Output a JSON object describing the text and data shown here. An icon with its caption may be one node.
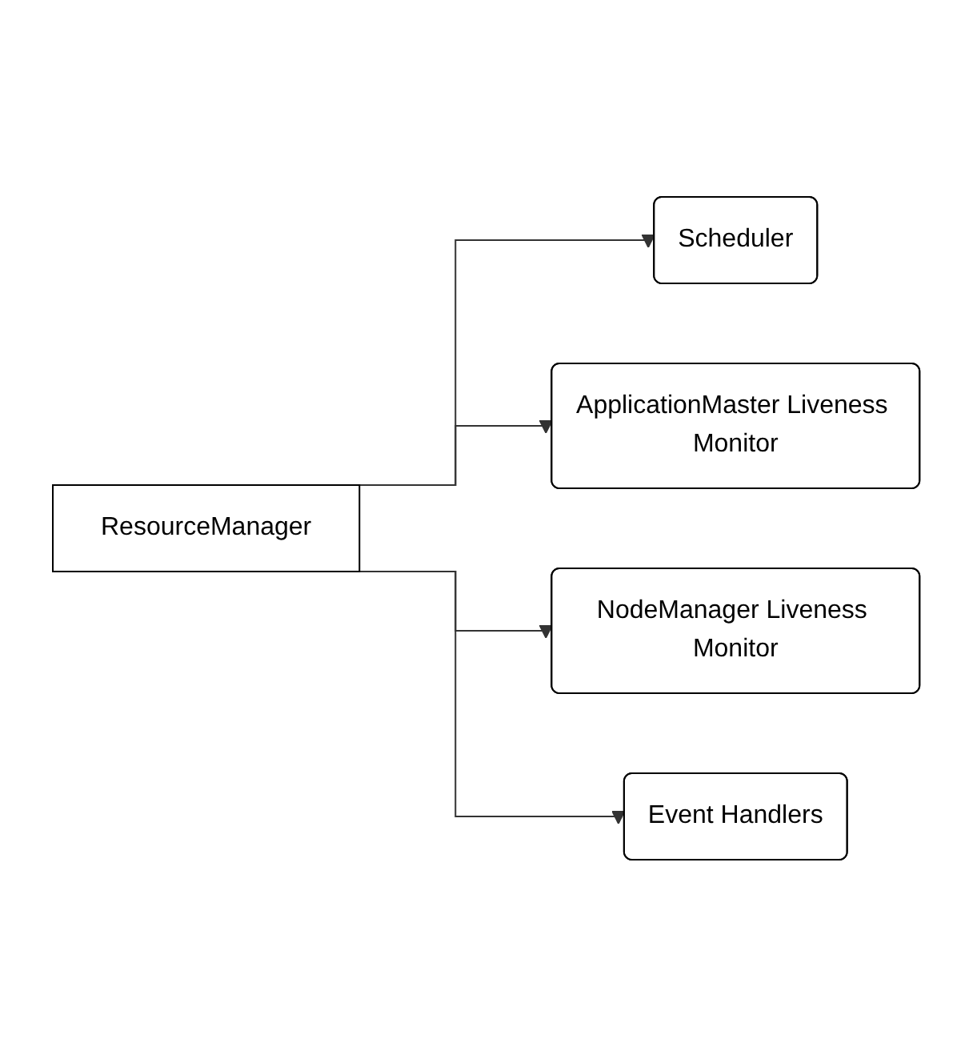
{
  "diagram": {
    "nodes": [
      {
        "text": [
          "ResourceManager"
        ]
      },
      {
        "text": [
          "Scheduler"
        ]
      },
      {
        "text": [
          "ApplicationMaster Liveness Monitor"
        ]
      },
      {
        "text": [
          "NodeManager Liveness Monitor"
        ]
      },
      {
        "text": [
          "Event Handlers"
        ]
      }
    ],
    "edges": [
      {
        "from": 0,
        "to": 1,
        "arrow": "to"
      },
      {
        "from": 0,
        "to": 2,
        "arrow": "to"
      },
      {
        "from": 0,
        "to": 3,
        "arrow": "to"
      },
      {
        "from": 0,
        "to": 4,
        "arrow": "to"
      }
    ]
  }
}
